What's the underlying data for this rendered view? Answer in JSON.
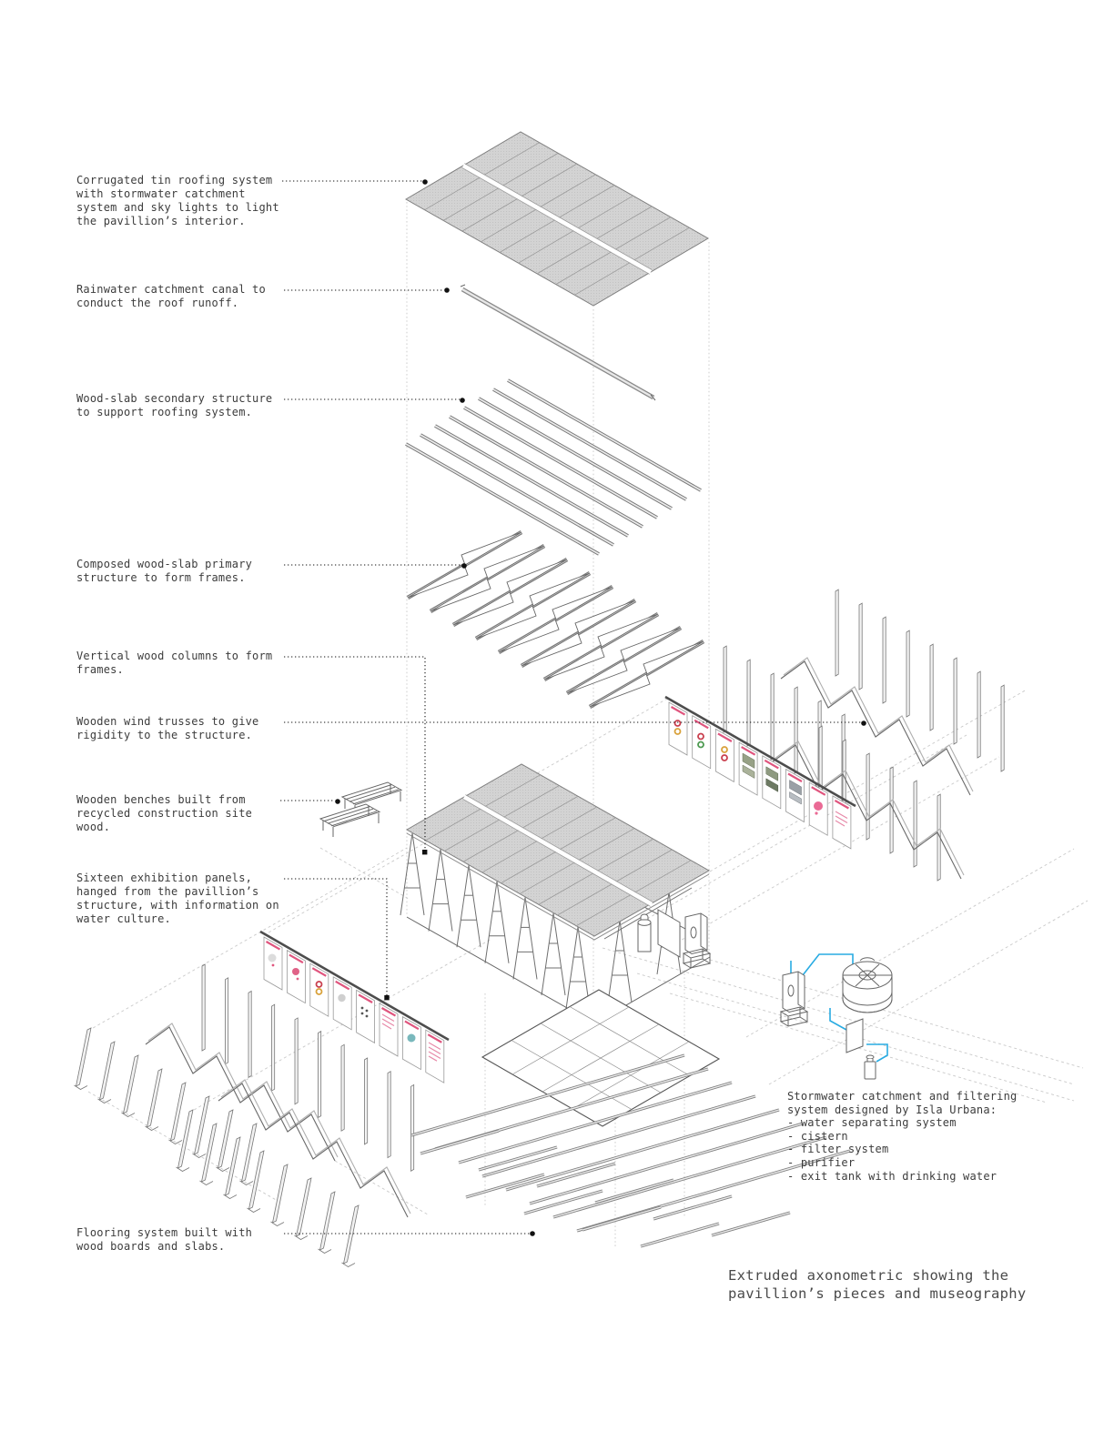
{
  "caption": {
    "text": "Extruded axonometric showing the\npavillion’s pieces and museography"
  },
  "labels": [
    {
      "id": "roofing",
      "text": "Corrugated tin roofing system\nwith stormwater catchment\nsystem and sky lights to light\nthe pavillion’s interior."
    },
    {
      "id": "canal",
      "text": "Rainwater catchment canal to\nconduct the roof runoff."
    },
    {
      "id": "secondary",
      "text": "Wood-slab secondary structure\nto support roofing system."
    },
    {
      "id": "primary",
      "text": "Composed wood-slab primary\nstructure to form frames."
    },
    {
      "id": "columns",
      "text": "Vertical wood columns to form\nframes."
    },
    {
      "id": "trusses",
      "text": "Wooden wind trusses to give\nrigidity to the structure."
    },
    {
      "id": "benches",
      "text": "Wooden benches built from\nrecycled construction site\nwood."
    },
    {
      "id": "panels",
      "text": "Sixteen exhibition panels,\nhanged from the pavillion’s\nstructure, with information on\nwater culture."
    },
    {
      "id": "flooring",
      "text": "Flooring system built with\nwood boards and slabs."
    }
  ],
  "note": {
    "text": "Stormwater catchment and filtering\nsystem designed by Isla Urbana:\n- water separating system\n- cistern\n- filter system\n- purifier\n- exit tank with drinking water"
  },
  "colors": {
    "accent_pink": "#e0557e",
    "accent_blue": "#29abe2",
    "roof_gray": "#d3d3d3",
    "line_gray": "#6f6f6f"
  }
}
